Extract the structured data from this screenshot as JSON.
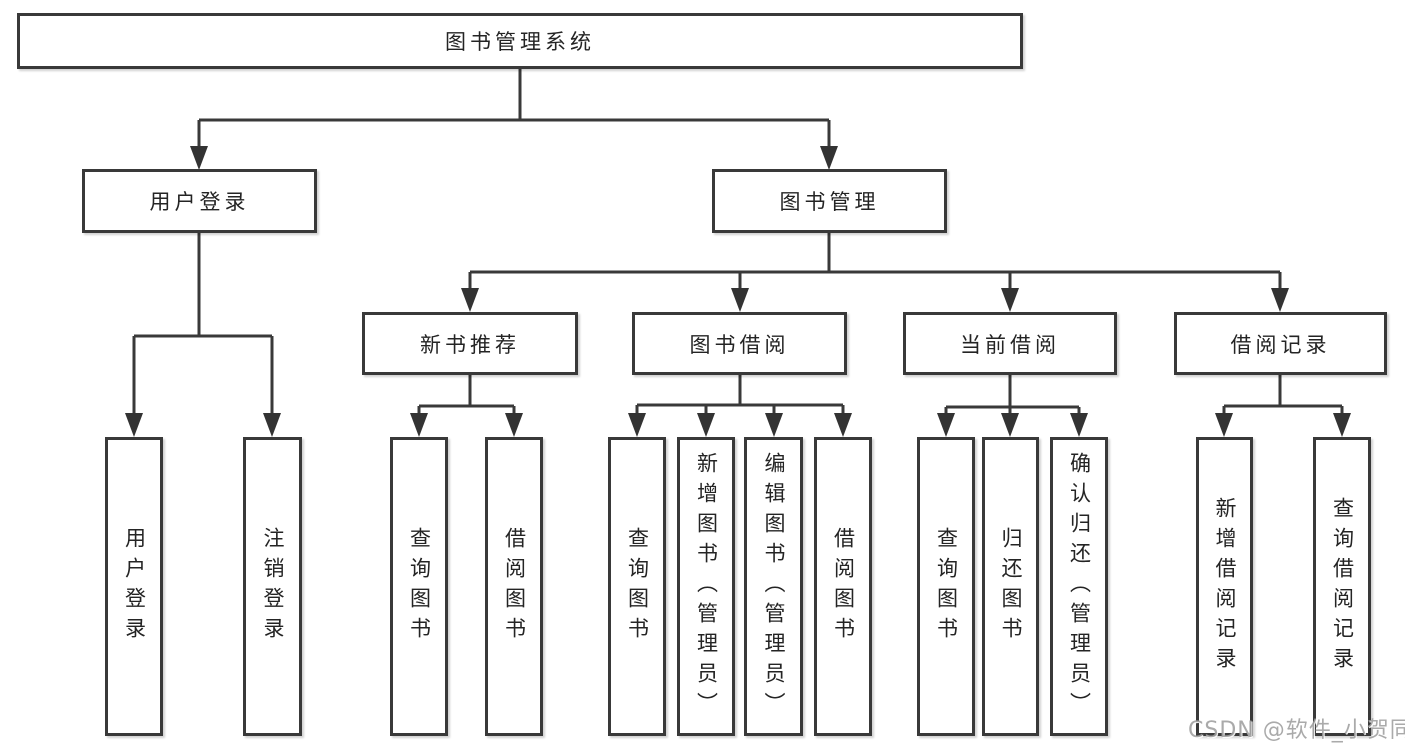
{
  "diagram": {
    "root_label": "图书管理系统",
    "level2": [
      {
        "label": "用户登录",
        "children": [
          "用户登录",
          "注销登录"
        ]
      },
      {
        "label": "图书管理",
        "groups": [
          {
            "label": "新书推荐",
            "children": [
              "查询图书",
              "借阅图书"
            ]
          },
          {
            "label": "图书借阅",
            "children": [
              "查询图书",
              "新增图书（管理员）",
              "编辑图书（管理员）",
              "借阅图书"
            ]
          },
          {
            "label": "当前借阅",
            "children": [
              "查询图书",
              "归还图书",
              "确认归还（管理员）"
            ]
          },
          {
            "label": "借阅记录",
            "children": [
              "新增借阅记录",
              "查询借阅记录"
            ]
          }
        ]
      }
    ]
  },
  "colors": {
    "line": "#393939",
    "text": "#242424",
    "background": "#ffffff",
    "watermark": "#9e9e9e"
  },
  "watermark": {
    "text": "CSDN @软件_小贺同学"
  }
}
